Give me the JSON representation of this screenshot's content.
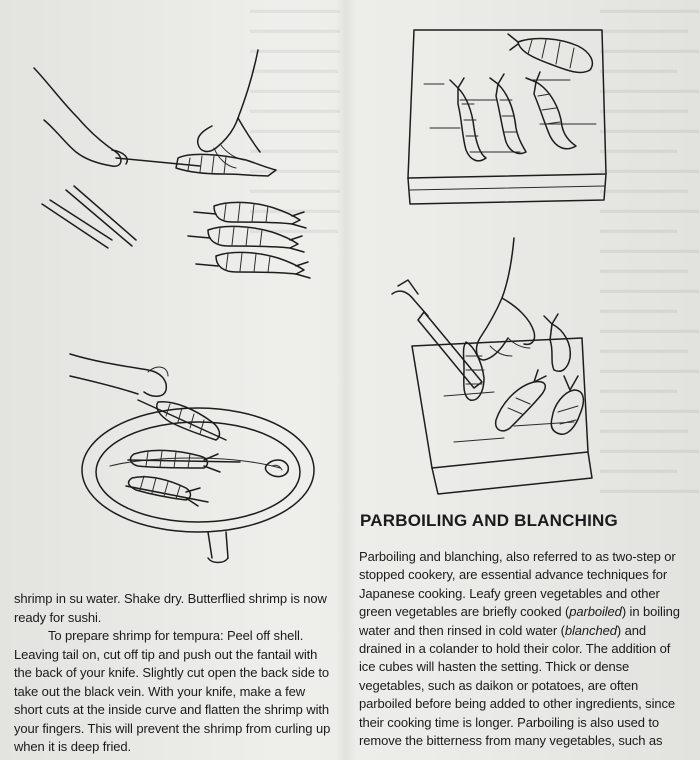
{
  "left_column": {
    "para1": "shrimp in su water. Shake dry. Butterflied shrimp is now ready for sushi.",
    "para2": "To prepare shrimp for tempura: Peel off shell. Leaving tail on, cut off tip and push out the fantail with the back of your knife. Slightly cut open the back side to take out the black vein. With your knife, make a few short cuts at the inside curve and flatten the shrimp with your fingers. This will prevent the shrimp from curling up when it is deep fried."
  },
  "right_column": {
    "heading": "PARBOILING AND BLANCHING",
    "body": {
      "part1": "Parboiling and blanching, also referred to as two-step or stopped cookery, are essential advance techniques for Japanese cooking. Leafy green vegetables and other green vegetables are briefly cooked (",
      "em1": "parboiled",
      "part2": ") in boiling water and then rinsed in cold water (",
      "em2": "blanched",
      "part3": ") and drained in a colander to hold their color. The addition of ice cubes will hasten the setting. Thick or dense vegetables, such as daikon or potatoes, are often parboiled before being added to other ingredients, since their cooking time is longer. Parboiling is also used to remove the bitterness from many vegetables, such as"
    }
  }
}
